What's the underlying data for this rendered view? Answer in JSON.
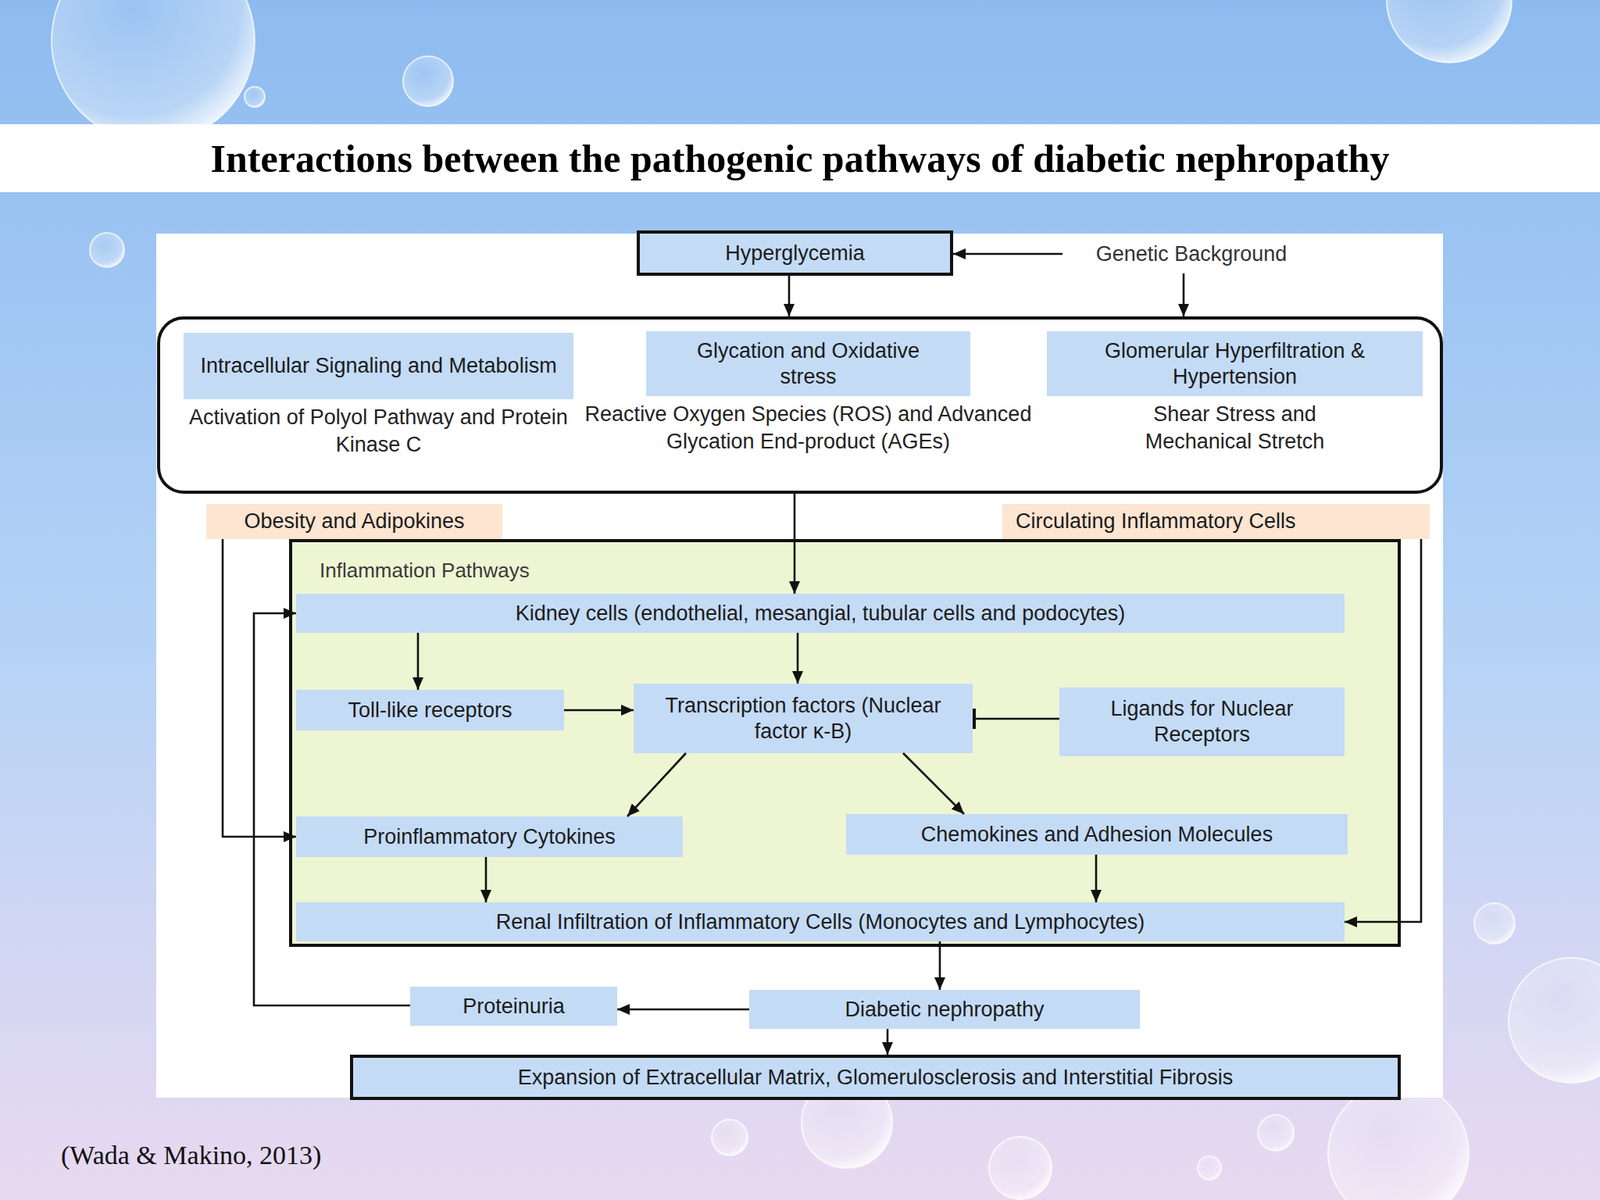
{
  "diagram": {
    "title": "Interactions between the pathogenic pathways of diabetic nephropathy",
    "caption": "(Wada & Makino, 2013)",
    "nodes": [
      {
        "text": [
          "Hyperglycemia"
        ]
      },
      {
        "text": [
          "Genetic Background"
        ]
      },
      {
        "text": []
      },
      {
        "text": [
          "Intracellular Signaling and Metabolism",
          "Activation of Polyol Pathway and Protein Kinase C"
        ],
        "in": 2
      },
      {
        "text": [
          "Glycation and Oxidative stress",
          "Reactive Oxygen Species (ROS) and Advanced Glycation End-product (AGEs)"
        ],
        "in": 2
      },
      {
        "text": [
          "Glomerular Hyperfiltration & Hypertension",
          "Shear Stress and Mechanical Stretch"
        ],
        "in": 2
      },
      {
        "text": [
          "Obesity and Adipokines"
        ]
      },
      {
        "text": [
          "Circulating Inflammatory Cells"
        ]
      },
      {
        "text": [
          "Inflammation Pathways"
        ]
      },
      {
        "text": [
          "Kidney cells (endothelial, mesangial, tubular cells and podocytes)"
        ],
        "in": 8
      },
      {
        "text": [
          "Toll-like receptors"
        ],
        "in": 8
      },
      {
        "text": [
          "Transcription factors (Nuclear factor κ-B)"
        ],
        "in": 8
      },
      {
        "text": [
          "Ligands for Nuclear Receptors"
        ],
        "in": 8
      },
      {
        "text": [
          "Proinflammatory Cytokines"
        ],
        "in": 8
      },
      {
        "text": [
          "Chemokines and Adhesion Molecules"
        ],
        "in": 8
      },
      {
        "text": [
          "Renal Infiltration of Inflammatory Cells (Monocytes and Lymphocytes)"
        ],
        "in": 8
      },
      {
        "text": [
          "Proteinuria"
        ]
      },
      {
        "text": [
          "Diabetic nephropathy"
        ]
      },
      {
        "text": [
          "Expansion of Extracellular Matrix, Glomerulosclerosis and Interstitial Fibrosis"
        ]
      }
    ],
    "edges": [
      {
        "from": 1,
        "to": 0,
        "arrow": "to"
      },
      {
        "from": 0,
        "to": 2,
        "arrow": "to"
      },
      {
        "from": 1,
        "to": 2,
        "arrow": "to"
      },
      {
        "from": 2,
        "to": 9,
        "arrow": "to"
      },
      {
        "from": 9,
        "to": 10,
        "arrow": "to"
      },
      {
        "from": 9,
        "to": 11,
        "arrow": "to"
      },
      {
        "from": 10,
        "to": 11,
        "arrow": "to"
      },
      {
        "from": 12,
        "to": 11,
        "arrow": "to"
      },
      {
        "from": 11,
        "to": 13,
        "arrow": "to"
      },
      {
        "from": 11,
        "to": 14,
        "arrow": "to"
      },
      {
        "from": 13,
        "to": 15,
        "arrow": "to"
      },
      {
        "from": 14,
        "to": 15,
        "arrow": "to"
      },
      {
        "from": 15,
        "to": 17,
        "arrow": "to"
      },
      {
        "from": 17,
        "to": 16,
        "arrow": "to"
      },
      {
        "from": 17,
        "to": 18,
        "arrow": "to"
      },
      {
        "from": 6,
        "to": 13,
        "arrow": "to"
      },
      {
        "from": 16,
        "to": 9,
        "arrow": "to"
      },
      {
        "from": 7,
        "to": 15,
        "arrow": "to"
      }
    ]
  }
}
